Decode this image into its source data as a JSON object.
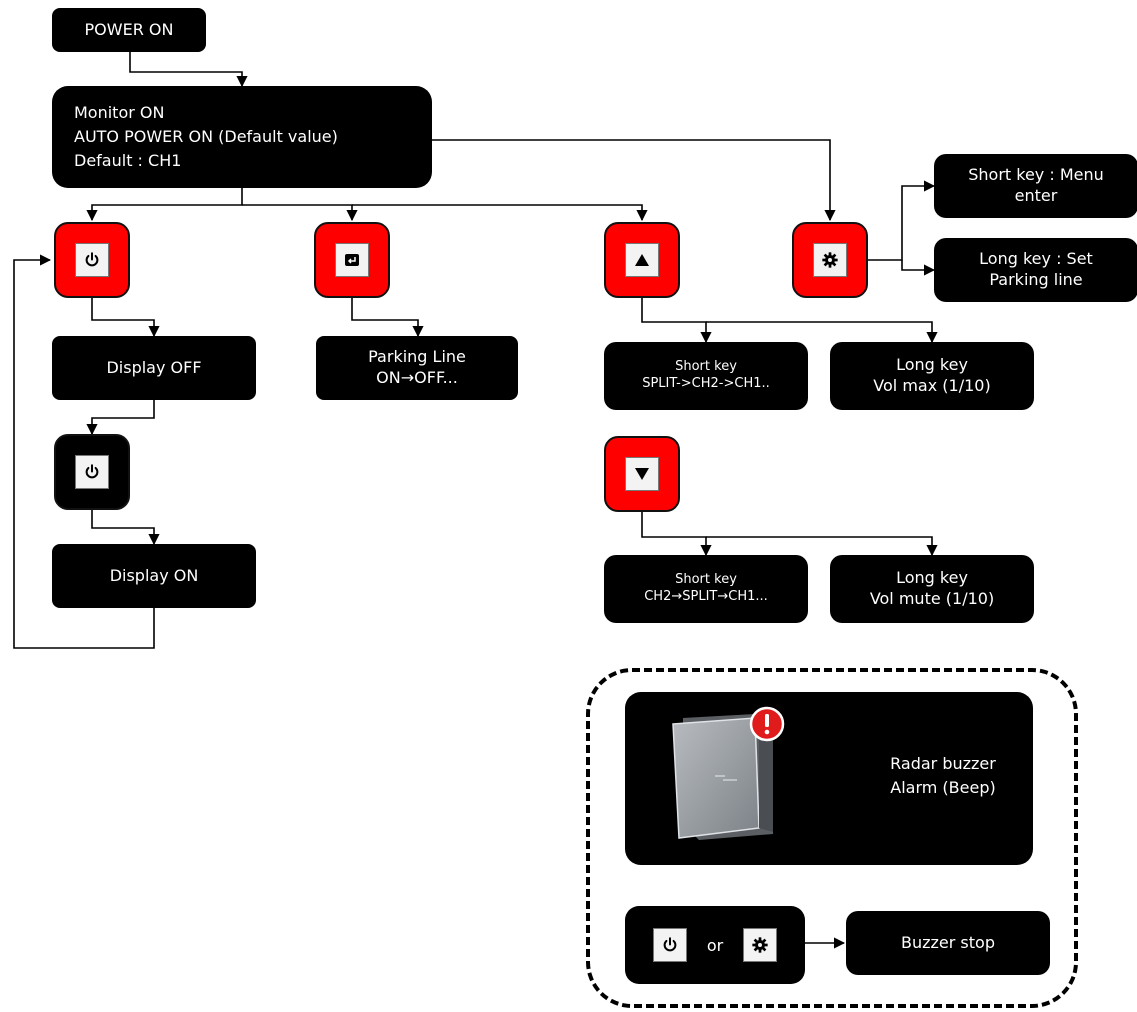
{
  "power_on": {
    "label": "POWER ON"
  },
  "monitor": {
    "lines": [
      "Monitor ON",
      "AUTO POWER ON (Default value)",
      "Default  : CH1"
    ]
  },
  "buttons": {
    "power": {
      "icon": "power-icon"
    },
    "parking": {
      "icon": "parking-line-icon"
    },
    "up": {
      "icon": "up-arrow-icon"
    },
    "down": {
      "icon": "down-arrow-icon"
    },
    "menu": {
      "icon": "gear-icon"
    },
    "power_again": {
      "icon": "power-icon"
    }
  },
  "display_off": {
    "label": "Display OFF"
  },
  "display_on": {
    "label": "Display ON"
  },
  "parking_line": {
    "lines": [
      "Parking Line",
      "ON→OFF..."
    ]
  },
  "up_short": {
    "lines": [
      "Short key",
      "SPLIT->CH2->CH1.."
    ]
  },
  "up_long": {
    "lines": [
      "Long key",
      "Vol max (1/10)"
    ]
  },
  "down_short": {
    "lines": [
      "Short key",
      "CH2→SPLIT→CH1..."
    ]
  },
  "down_long": {
    "lines": [
      "Long key",
      "Vol mute (1/10)"
    ]
  },
  "menu_short": {
    "lines": [
      "Short key : Menu",
      "enter"
    ]
  },
  "menu_long": {
    "lines": [
      "Long key : Set",
      "Parking line"
    ]
  },
  "radar": {
    "lines": [
      "Radar buzzer",
      "Alarm (Beep)"
    ],
    "device_icon": "radar-sensor-image",
    "alert_icon": "alert-icon"
  },
  "buzzer_stop": {
    "or_label": "or",
    "result": "Buzzer stop",
    "icons": [
      "power-icon",
      "gear-icon"
    ]
  },
  "colors": {
    "button_red": "#ff0000",
    "box_black": "#000000",
    "icon_bg": "#f3f3f3"
  }
}
